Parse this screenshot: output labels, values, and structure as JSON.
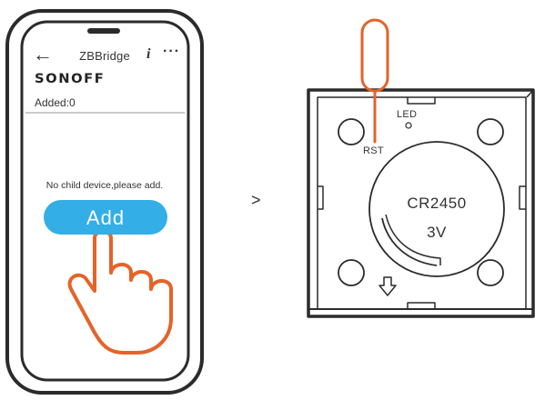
{
  "colors": {
    "accent": "#33aee6",
    "pin": "#e5632a",
    "outline": "#2b2b2b",
    "hand": "#e5632a"
  },
  "app": {
    "title": "ZBBridge",
    "back_icon": "arrow-left-icon",
    "info_icon": "info-icon",
    "more_icon": "more-icon",
    "brand": "SONOFF",
    "added": "Added:0",
    "empty_message": "No child device,please add.",
    "add_button_label": "Add"
  },
  "step_separator": ">",
  "device": {
    "rst_label": "RST",
    "led_label": "LED",
    "battery_model": "CR2450",
    "battery_voltage": "3V",
    "arrow_icon": "arrow-down-icon",
    "pin_icon": "reset-pin-icon",
    "hand_icon": "tapping-hand-icon"
  }
}
